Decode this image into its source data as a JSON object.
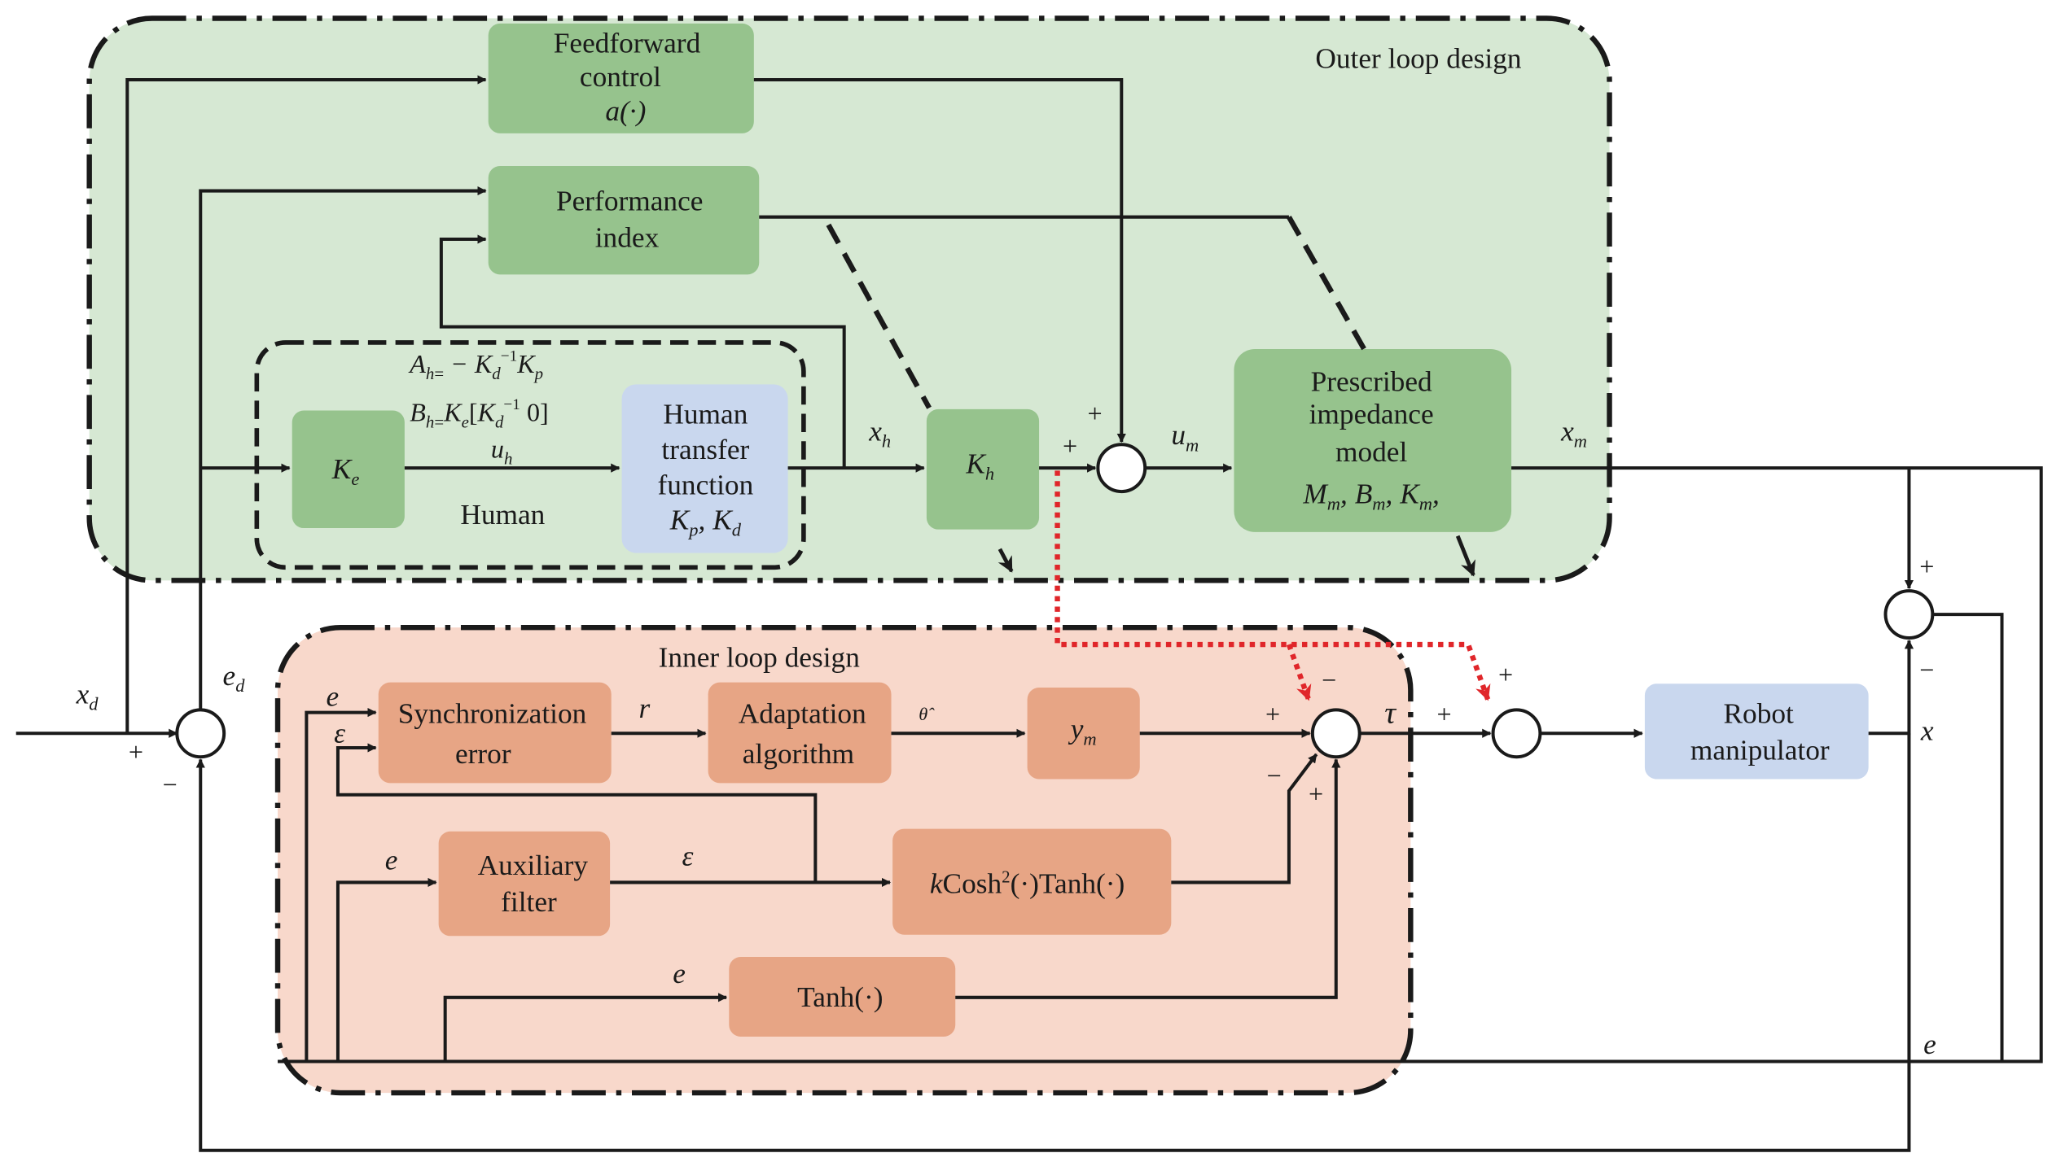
{
  "regions": {
    "outer": "Outer loop design",
    "inner": "Inner loop design",
    "human": "Human"
  },
  "blocks": {
    "feedforward": {
      "line1": "Feedforward",
      "line2": "control",
      "line3": "a(·)"
    },
    "performance": {
      "line1": "Performance",
      "line2": "index"
    },
    "ke": "Ke",
    "human_tf": {
      "line1": "Human",
      "line2": "transfer",
      "line3": "function",
      "line4": "Kp, Kd"
    },
    "kh": "Kh",
    "impedance": {
      "line1": "Prescribed",
      "line2": "impedance",
      "line3": "model",
      "line4": "Mm, Bm, Km,"
    },
    "sync": {
      "line1": "Synchronization",
      "line2": "error"
    },
    "adapt": {
      "line1": "Adaptation",
      "line2": "algorithm"
    },
    "ym": "ym",
    "aux": {
      "line1": "Auxiliary",
      "line2": "filter"
    },
    "kcosh": "kCosh²(·)Tanh(·)",
    "tanh": "Tanh(·)",
    "robot": {
      "line1": "Robot",
      "line2": "manipulator"
    }
  },
  "equations": {
    "ah": "Ah = − Kd−1 Kp",
    "bh": "Bh = Ke[Kd−1  0]"
  },
  "signals": {
    "xd": "xd",
    "ed": "ed",
    "uh": "uh",
    "xh": "xh",
    "um": "um",
    "xm": "xm",
    "tau": "τ",
    "x": "x",
    "r": "r",
    "theta_hat": "θ̂",
    "e": "e",
    "epsilon": "ε",
    "plus": "+",
    "minus": "−"
  },
  "colors": {
    "outer_fill": "#d6e8d3",
    "green_block": "#96c38d",
    "blue_block": "#c9d7ee",
    "inner_fill": "#f8d8cb",
    "orange_block": "#e7a585",
    "red_dotted": "#e0262a"
  }
}
